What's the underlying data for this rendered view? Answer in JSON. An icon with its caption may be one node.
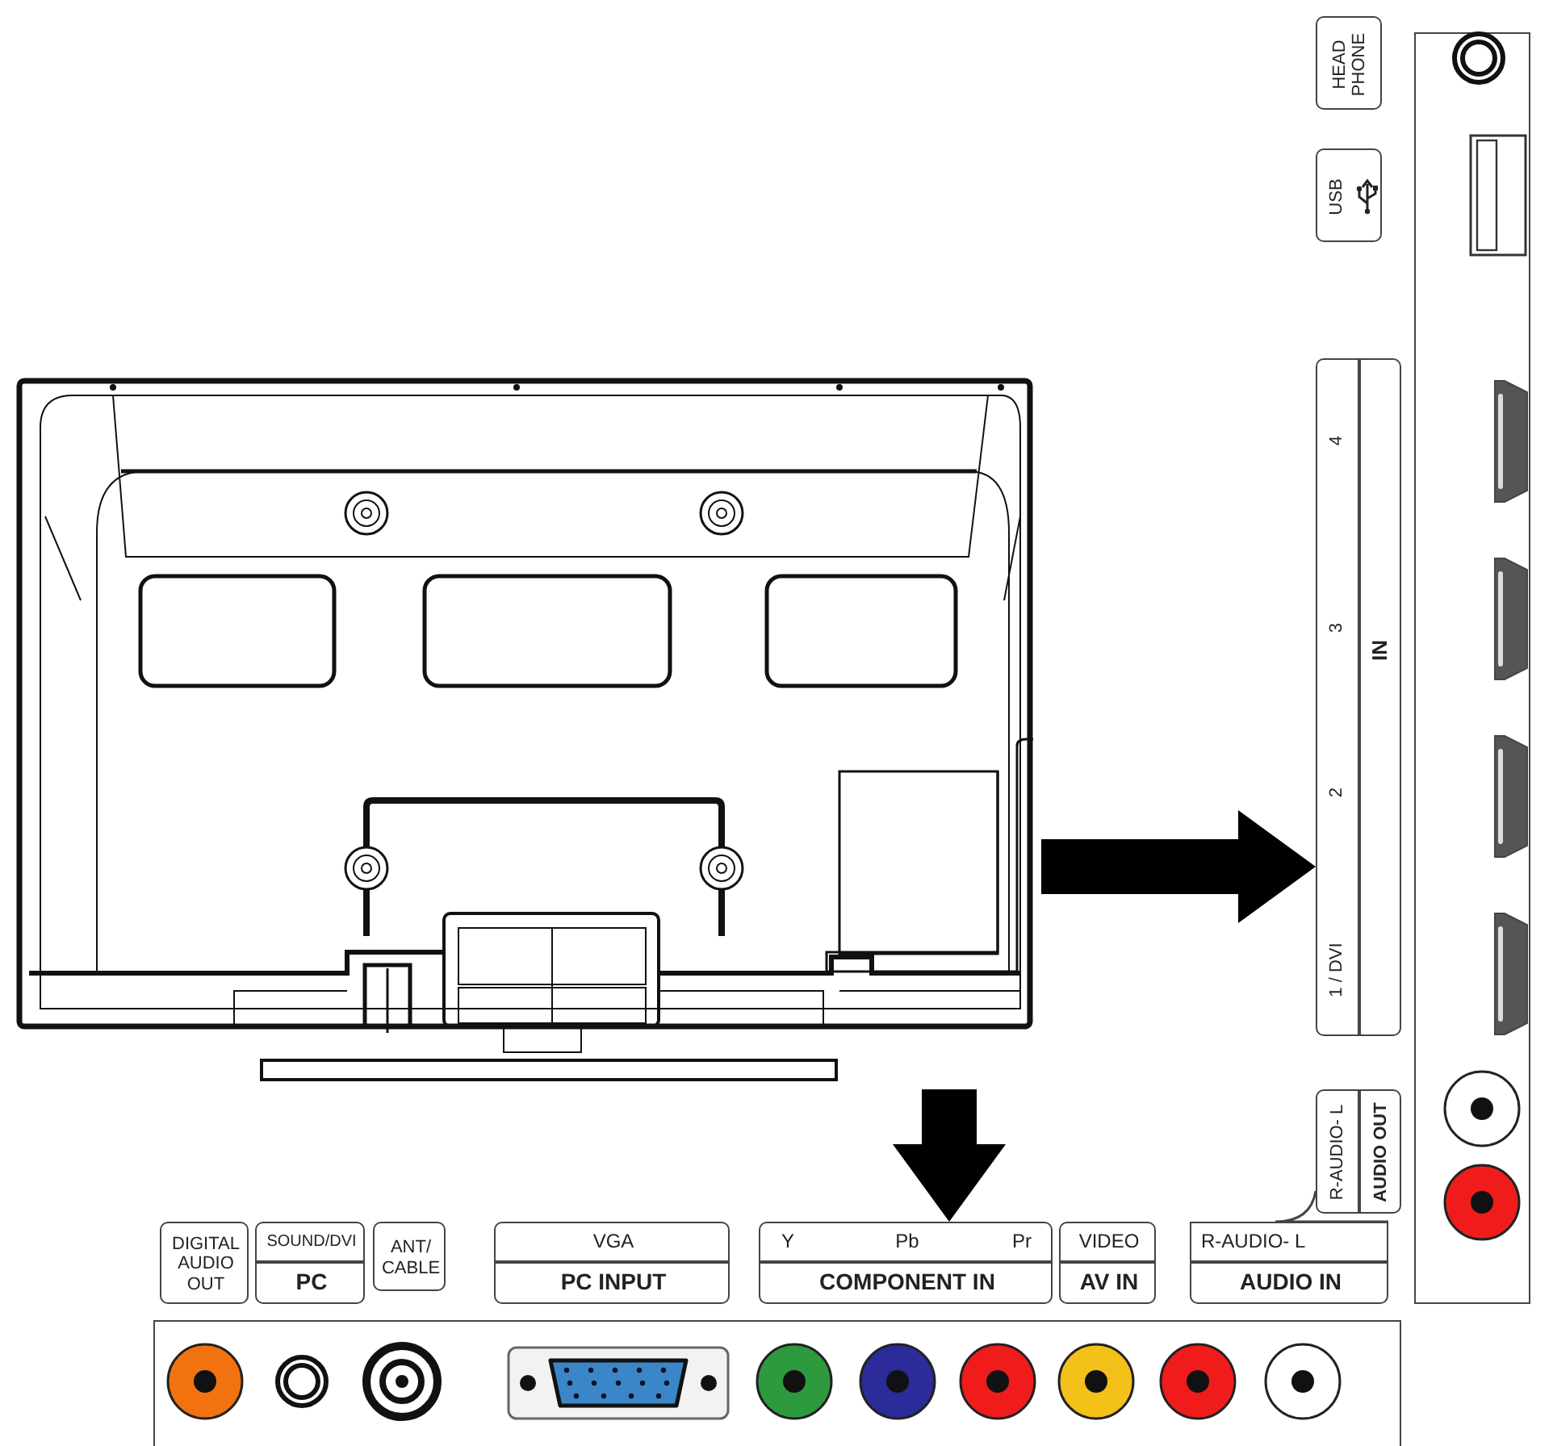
{
  "diagram": {
    "nodes": [
      {
        "text": [],
        "shape": "picture"
      },
      {
        "text": [
          "HEAD PHONE"
        ]
      },
      {
        "text": [
          "USB"
        ]
      },
      {
        "text": [
          "4",
          "3",
          "2",
          "1 / DVI",
          "IN"
        ]
      },
      {
        "text": [
          "R-AUDIO- L",
          "AUDIO OUT"
        ]
      },
      {
        "text": [],
        "shape": "box"
      },
      {
        "text": [
          "DIGITAL AUDIO OUT"
        ]
      },
      {
        "text": [
          "SOUND/DVI",
          "PC"
        ]
      },
      {
        "text": [
          "ANT/ CABLE"
        ]
      },
      {
        "text": [
          "VGA",
          "PC INPUT"
        ]
      },
      {
        "text": [
          "Y",
          "Pb",
          "Pr",
          "COMPONENT IN"
        ]
      },
      {
        "text": [
          "VIDEO",
          "AV IN"
        ]
      },
      {
        "text": [
          "R-AUDIO- L",
          "AUDIO IN"
        ]
      },
      {
        "text": [],
        "shape": "box"
      }
    ],
    "edges": [
      {
        "from": 0,
        "to": 3,
        "arrow": "to",
        "style": "thick"
      },
      {
        "from": 0,
        "to": 10,
        "arrow": "to",
        "style": "thick"
      }
    ]
  }
}
